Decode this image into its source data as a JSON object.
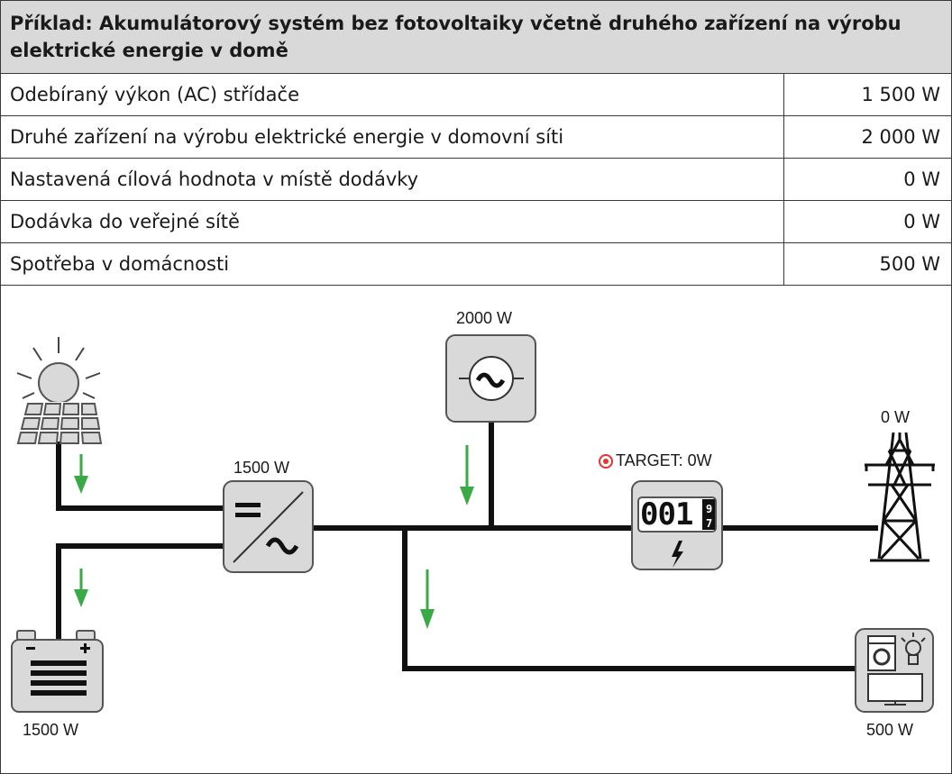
{
  "title": "Příklad: Akumulátorový systém bez fotovoltaiky včetně druhého zařízení na výrobu elektrické energie v domě",
  "rows": [
    {
      "label": "Odebíraný výkon (AC) střídače",
      "value": "1 500 W"
    },
    {
      "label": "Druhé zařízení na výrobu elektrické energie v domovní síti",
      "value": "2 000 W"
    },
    {
      "label": "Nastavená cílová hodnota v místě dodávky",
      "value": "0 W"
    },
    {
      "label": "Dodávka do veřejné sítě",
      "value": "0 W"
    },
    {
      "label": "Spotřeba v domácnosti",
      "value": "500 W"
    }
  ],
  "diagram": {
    "generator_power": "2000 W",
    "inverter_power": "1500 W",
    "battery_power": "1500 W",
    "grid_power": "0 W",
    "household_power": "500 W",
    "target_label": "TARGET: 0W",
    "meter_digits": "001",
    "colors": {
      "flow_arrow": "#3aaa47",
      "target": "#e3342f",
      "device_fill": "#d9d9d9"
    }
  }
}
